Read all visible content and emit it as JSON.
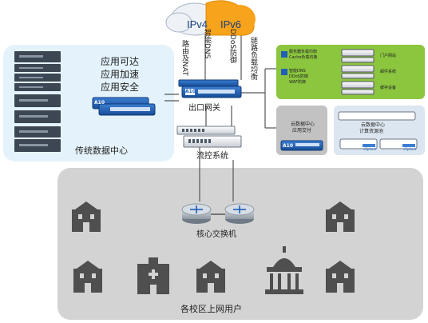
{
  "cloud": {
    "ipv4": "IPv4",
    "ipv6": "IPv6"
  },
  "vertical_labels": {
    "routing": "路由及NAT",
    "smart_dns": "智能DNS",
    "ddos": "DDoS防御",
    "link_lb": "链路负载均衡"
  },
  "datacenter": {
    "features": [
      "应用可达",
      "应用加速",
      "应用安全"
    ],
    "title": "传统数据中心"
  },
  "gateway": {
    "label": "出口网关"
  },
  "flow": {
    "label": "流控系统"
  },
  "core": {
    "label": "核心交换机"
  },
  "campus": {
    "label": "各校区上网用户"
  },
  "green_panel": {
    "left_items": [
      [
        "服务器负载均衡",
        "Cache负载均衡"
      ],
      [
        "智能DNS",
        "DDoS防御",
        "WAF防御"
      ]
    ],
    "right_items": [
      "门户网站",
      "邮件系统",
      "缓存设备"
    ]
  },
  "cloud_app": {
    "label": [
      "云数据中心",
      "应用交付"
    ]
  },
  "cloud_compute": {
    "label": [
      "云数据中心",
      "计算资源池"
    ],
    "badges": [
      "vSphere",
      "vSphere"
    ]
  },
  "brand": "A10",
  "colors": {
    "dc_bg": "#e4f3fb",
    "campus_bg": "#d3d3d3",
    "green_panel": "#8cc63f",
    "device_blue": "#1f5fb5",
    "ipv4_bg": "#e8eef6",
    "ipv6_bg": "#f7a31b"
  }
}
